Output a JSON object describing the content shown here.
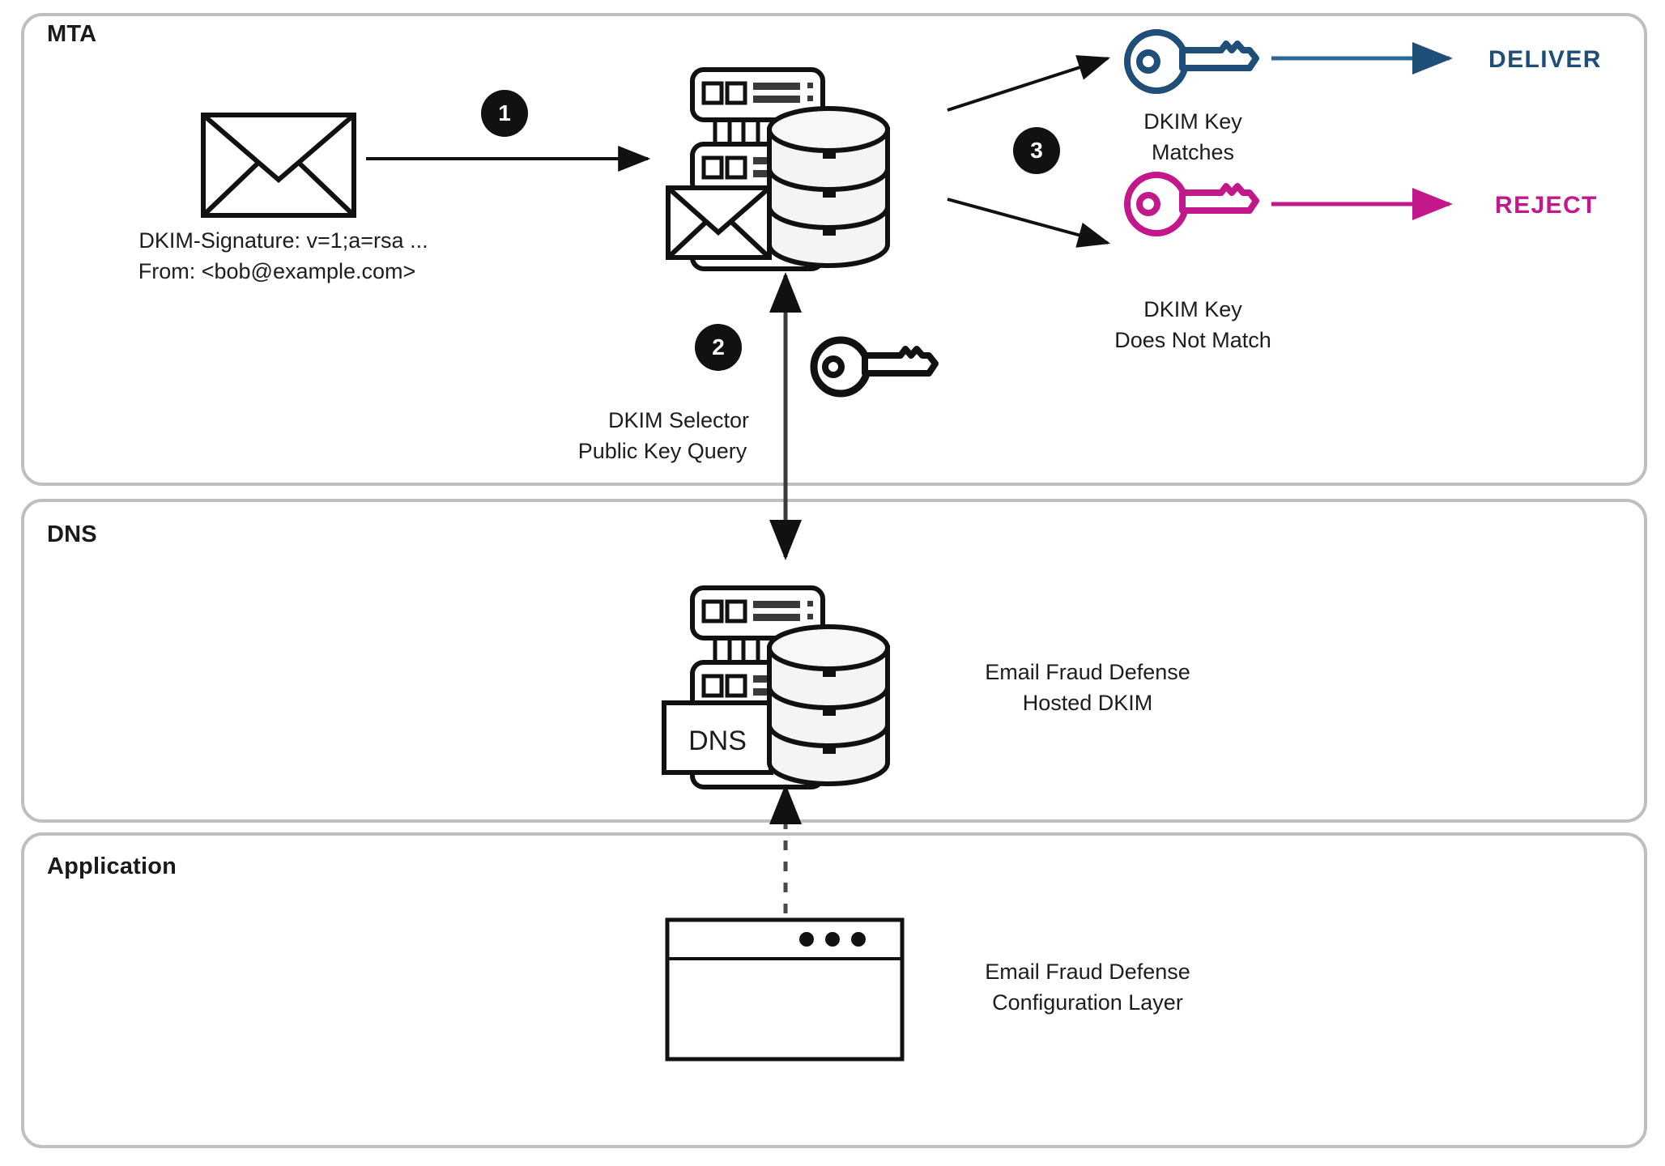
{
  "diagram": {
    "title_hidden": "DKIM verification flow with Email Fraud Defense Hosted DKIM",
    "colors": {
      "panel_border": "#bfbfbf",
      "ink": "#111111",
      "deliver_blue": "#1f4e79",
      "deliver_line": "#2e6a96",
      "reject_magenta": "#c2188c"
    }
  },
  "panels": [
    {
      "id": "mta",
      "label": "MTA"
    },
    {
      "id": "dns",
      "label": "DNS"
    },
    {
      "id": "application",
      "label": "Application"
    }
  ],
  "mta": {
    "inbound_message": {
      "icon": "envelope-icon",
      "caption_line1": "DKIM-Signature: v=1;a=rsa ...",
      "caption_line2": "From:  <bob@example.com>"
    },
    "steps": {
      "one": "1",
      "two": "2",
      "three": "3"
    },
    "mta_server": {
      "icon": "server-database-envelope-icon"
    },
    "query": {
      "icon": "key-icon",
      "caption_line1": "DKIM Selector",
      "caption_line2": "Public Key Query"
    },
    "outcomes": [
      {
        "id": "match",
        "key_icon": "key-icon-blue",
        "caption_line1": "DKIM Key",
        "caption_line2": "Matches",
        "verdict": "DELIVER",
        "color": "#1f4e79"
      },
      {
        "id": "no-match",
        "key_icon": "key-icon-magenta",
        "caption_line1": "DKIM Key",
        "caption_line2": "Does Not Match",
        "verdict": "REJECT",
        "color": "#c2188c"
      }
    ]
  },
  "dns": {
    "node": {
      "icon": "dns-server-database-icon",
      "box_label": "DNS"
    },
    "caption_line1": "Email Fraud Defense",
    "caption_line2": "Hosted DKIM"
  },
  "application": {
    "node": {
      "icon": "browser-window-icon",
      "dots": 3
    },
    "caption_line1": "Email Fraud Defense",
    "caption_line2": "Configuration Layer"
  }
}
